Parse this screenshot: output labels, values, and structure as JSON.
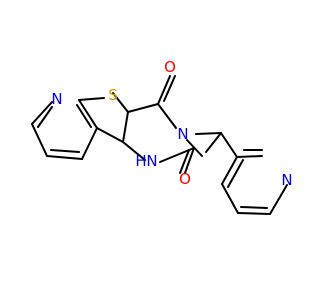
{
  "molecule": {
    "atoms": {
      "pyridine_n": "N",
      "sulfur": "S",
      "carbonyl_o_top": "O",
      "ring_n_substituted": "N",
      "nh_n": "N",
      "nh_h": "H",
      "carbonyl_o_bottom": "O",
      "pendant_pyridine_n": "N"
    },
    "colors": {
      "bond": "#000000",
      "nitrogen": "#0000ff",
      "sulfur": "#c8a000",
      "oxygen": "#ff0000"
    }
  }
}
